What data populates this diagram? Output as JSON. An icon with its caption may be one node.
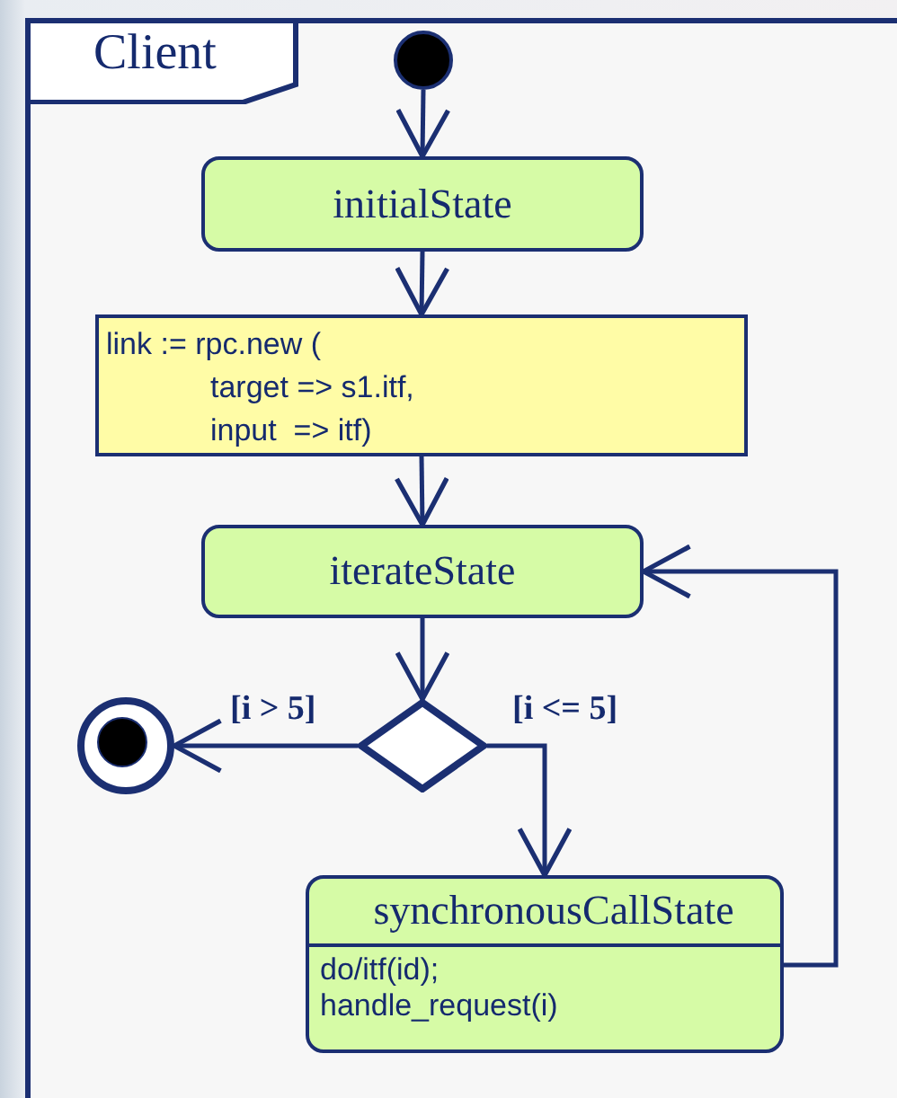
{
  "diagram": {
    "nodes": [
      {
        "text": [
          "Client"
        ]
      },
      {
        "text": [],
        "shape": "circle",
        "in": 0
      },
      {
        "text": [
          "initialState"
        ],
        "in": 0
      },
      {
        "text": [
          "link := rpc.new (",
          "target => s1.itf,",
          "input  => itf)"
        ],
        "in": 0
      },
      {
        "text": [
          "iterateState"
        ],
        "in": 0
      },
      {
        "text": [],
        "shape": "diamond",
        "in": 0
      },
      {
        "text": [],
        "shape": "circle",
        "in": 0
      },
      {
        "text": [
          "synchronousCallState",
          "do/itf(id); handle_request(i)"
        ],
        "in": 0
      }
    ],
    "edges": [
      {
        "from": 1,
        "to": 2,
        "arrow": "to"
      },
      {
        "from": 2,
        "to": 3,
        "arrow": "to"
      },
      {
        "from": 3,
        "to": 4,
        "arrow": "to"
      },
      {
        "from": 4,
        "to": 5,
        "arrow": "to"
      },
      {
        "from": 5,
        "to": 6,
        "arrow": "to",
        "label": "[i > 5]"
      },
      {
        "from": 5,
        "to": 7,
        "arrow": "to",
        "label": "[i <= 5]"
      },
      {
        "from": 7,
        "to": 4,
        "arrow": "to"
      }
    ]
  }
}
